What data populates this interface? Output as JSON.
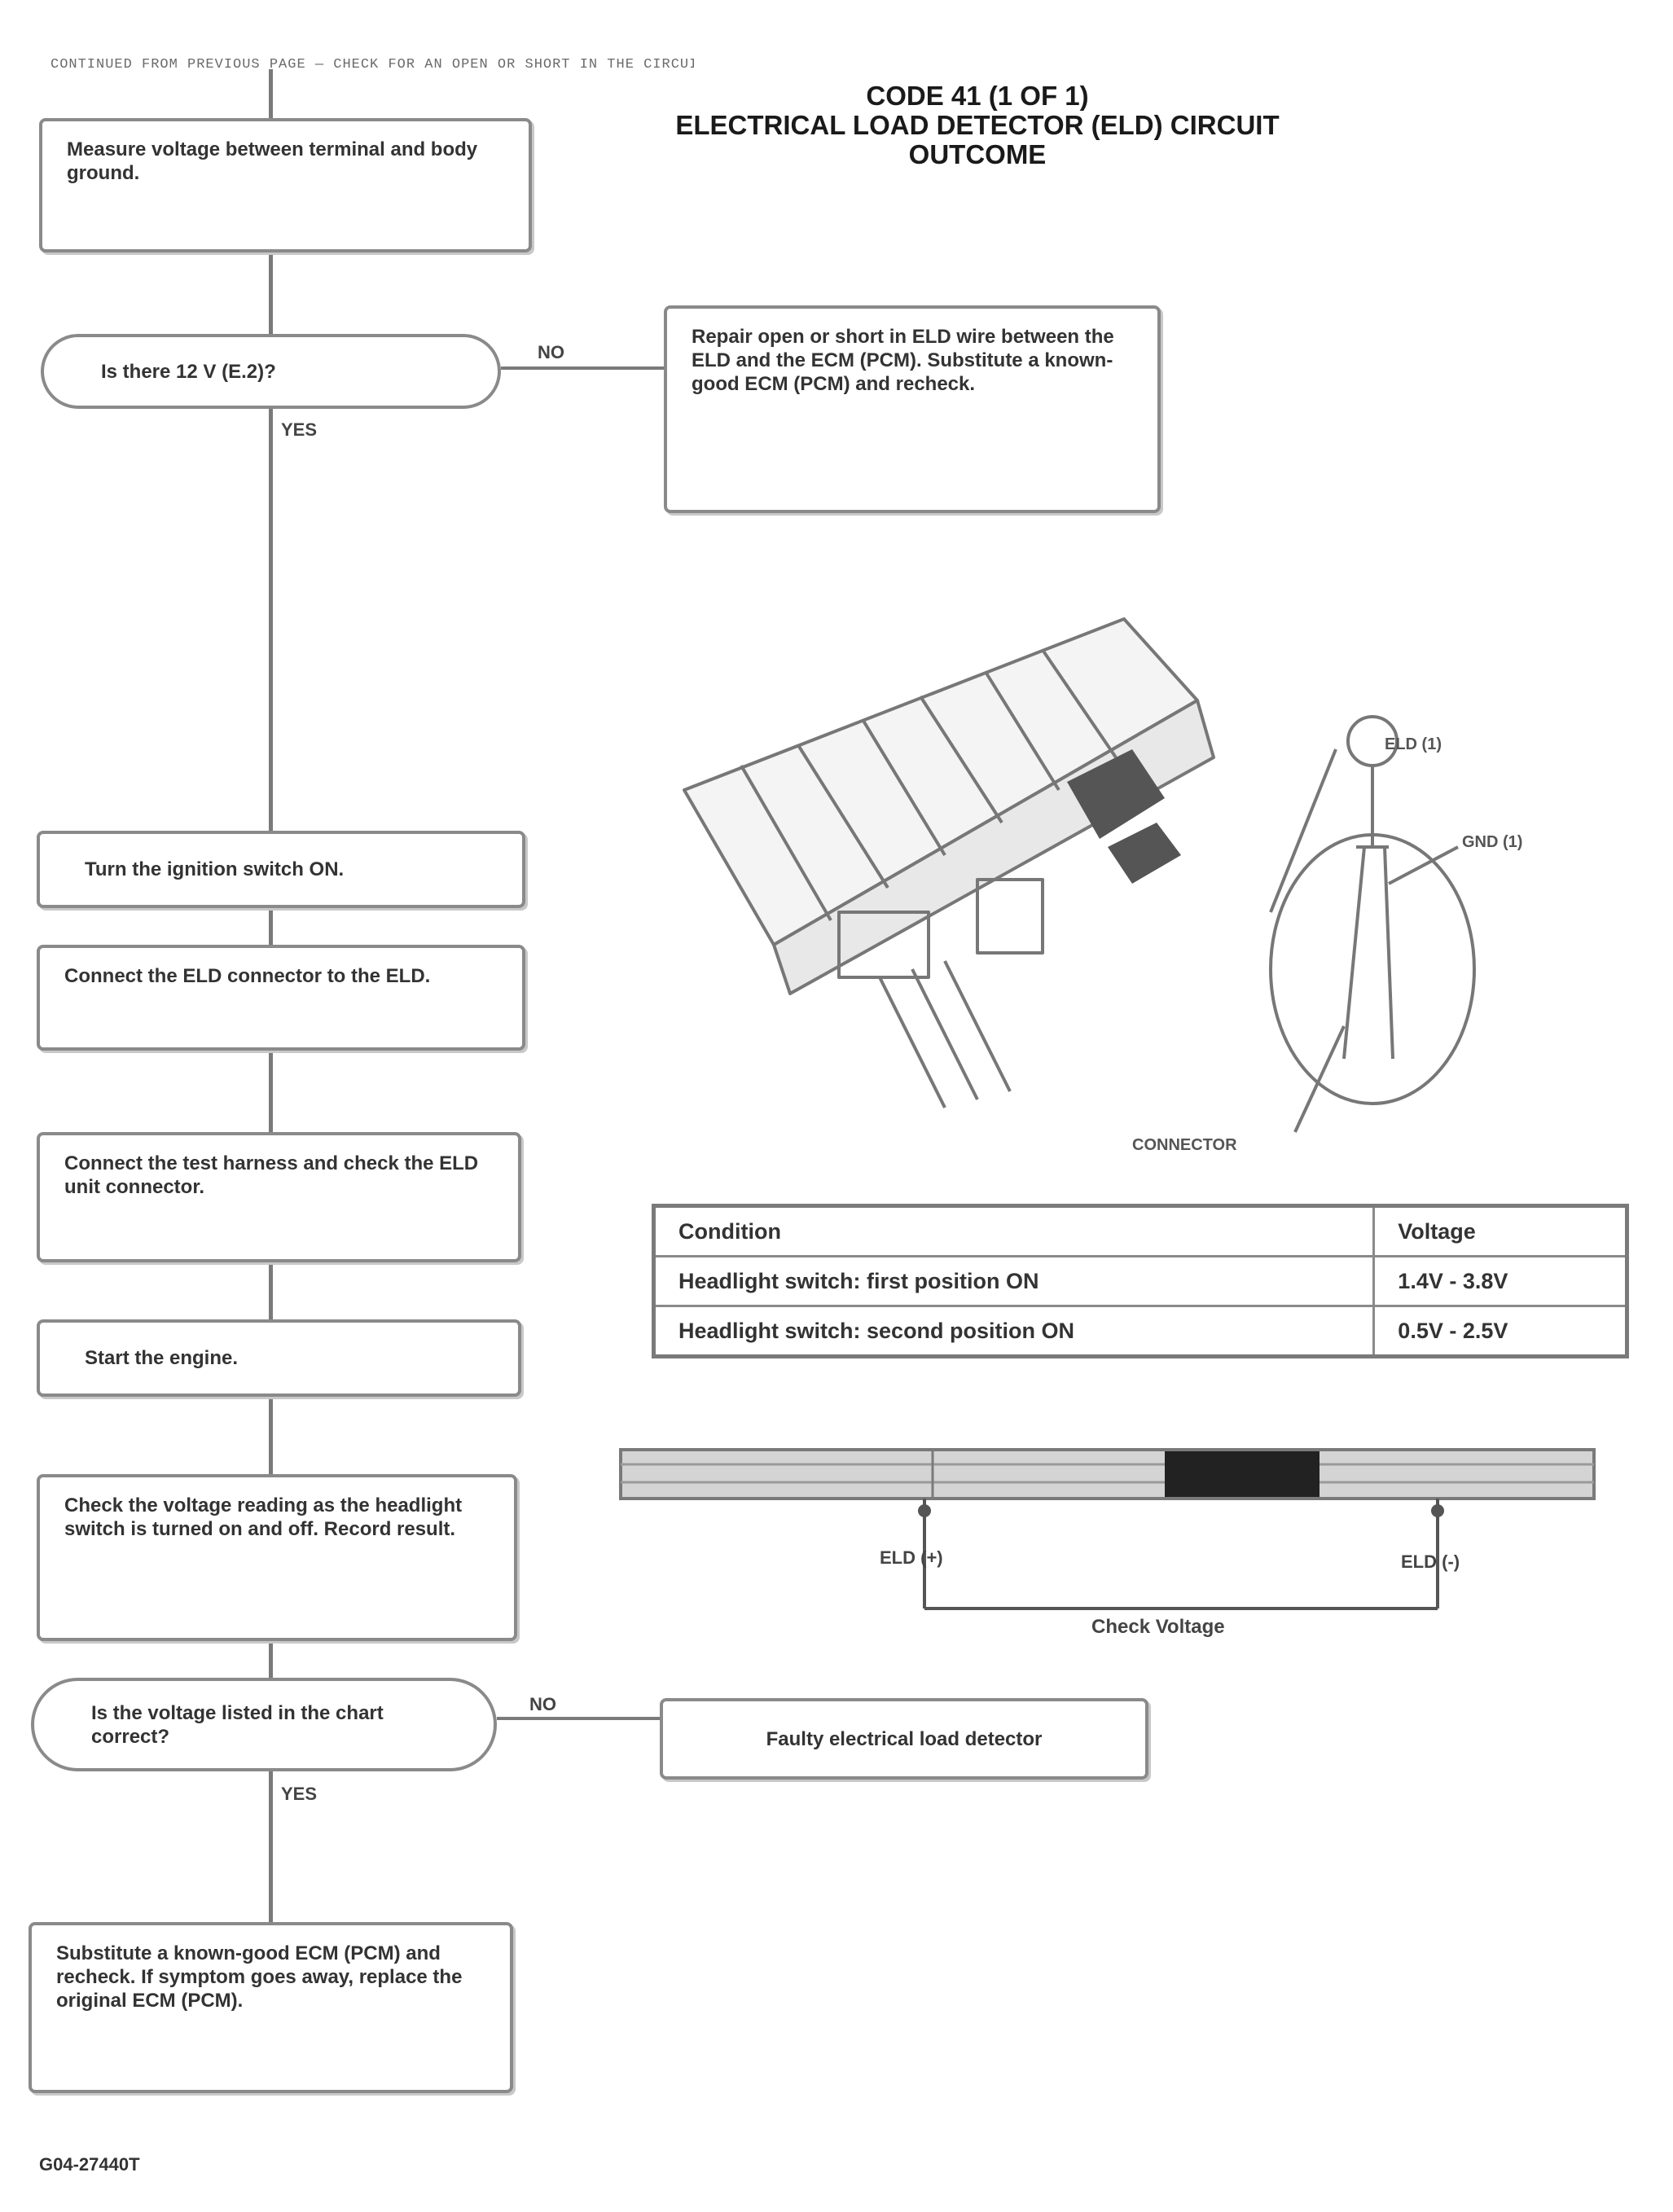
{
  "header": {
    "note": "CONTINUED FROM PREVIOUS PAGE — CHECK FOR AN OPEN OR SHORT IN THE CIRCUIT"
  },
  "title": {
    "line1": "CODE 41 (1 OF 1)",
    "line2": "ELECTRICAL LOAD DETECTOR (ELD) CIRCUIT",
    "line3": "OUTCOME"
  },
  "flow": {
    "start": "Measure voltage between terminal and body ground.",
    "decision1": "Is there 12 V (E.2)?",
    "decision1_no": "NO",
    "decision1_yes": "YES",
    "action1": "Repair open or short in ELD wire between the ELD and the ECM (PCM). Substitute a known-good ECM (PCM) and recheck.",
    "step1": "Turn the ignition switch ON.",
    "step2": "Connect the ELD connector to the ELD.",
    "step3": "Connect the test harness and check the ELD unit connector.",
    "step4": "Start the engine.",
    "step5": "Check the voltage reading as the headlight switch is turned on and off. Record result.",
    "decision2": "Is the voltage listed in the chart correct?",
    "decision2_no": "NO",
    "decision2_yes": "YES",
    "action2": "Faulty electrical load detector",
    "final": "Substitute a known-good ECM (PCM) and recheck. If symptom goes away, replace the original ECM (PCM)."
  },
  "illustration": {
    "label_ground": "GND (1)",
    "label_elr": "ELD (1)",
    "label_connector": "CONNECTOR"
  },
  "voltage_table": {
    "headers": [
      "Condition",
      "Voltage"
    ],
    "rows": [
      [
        "Headlight switch: first position ON",
        "1.4V - 3.8V"
      ],
      [
        "Headlight switch: second position ON",
        "0.5V - 2.5V"
      ]
    ]
  },
  "connector": {
    "label_left": "ELD (+)",
    "label_right": "ELD (-)",
    "label_bottom": "Check Voltage"
  },
  "footer": {
    "code": "G04-27440T"
  }
}
